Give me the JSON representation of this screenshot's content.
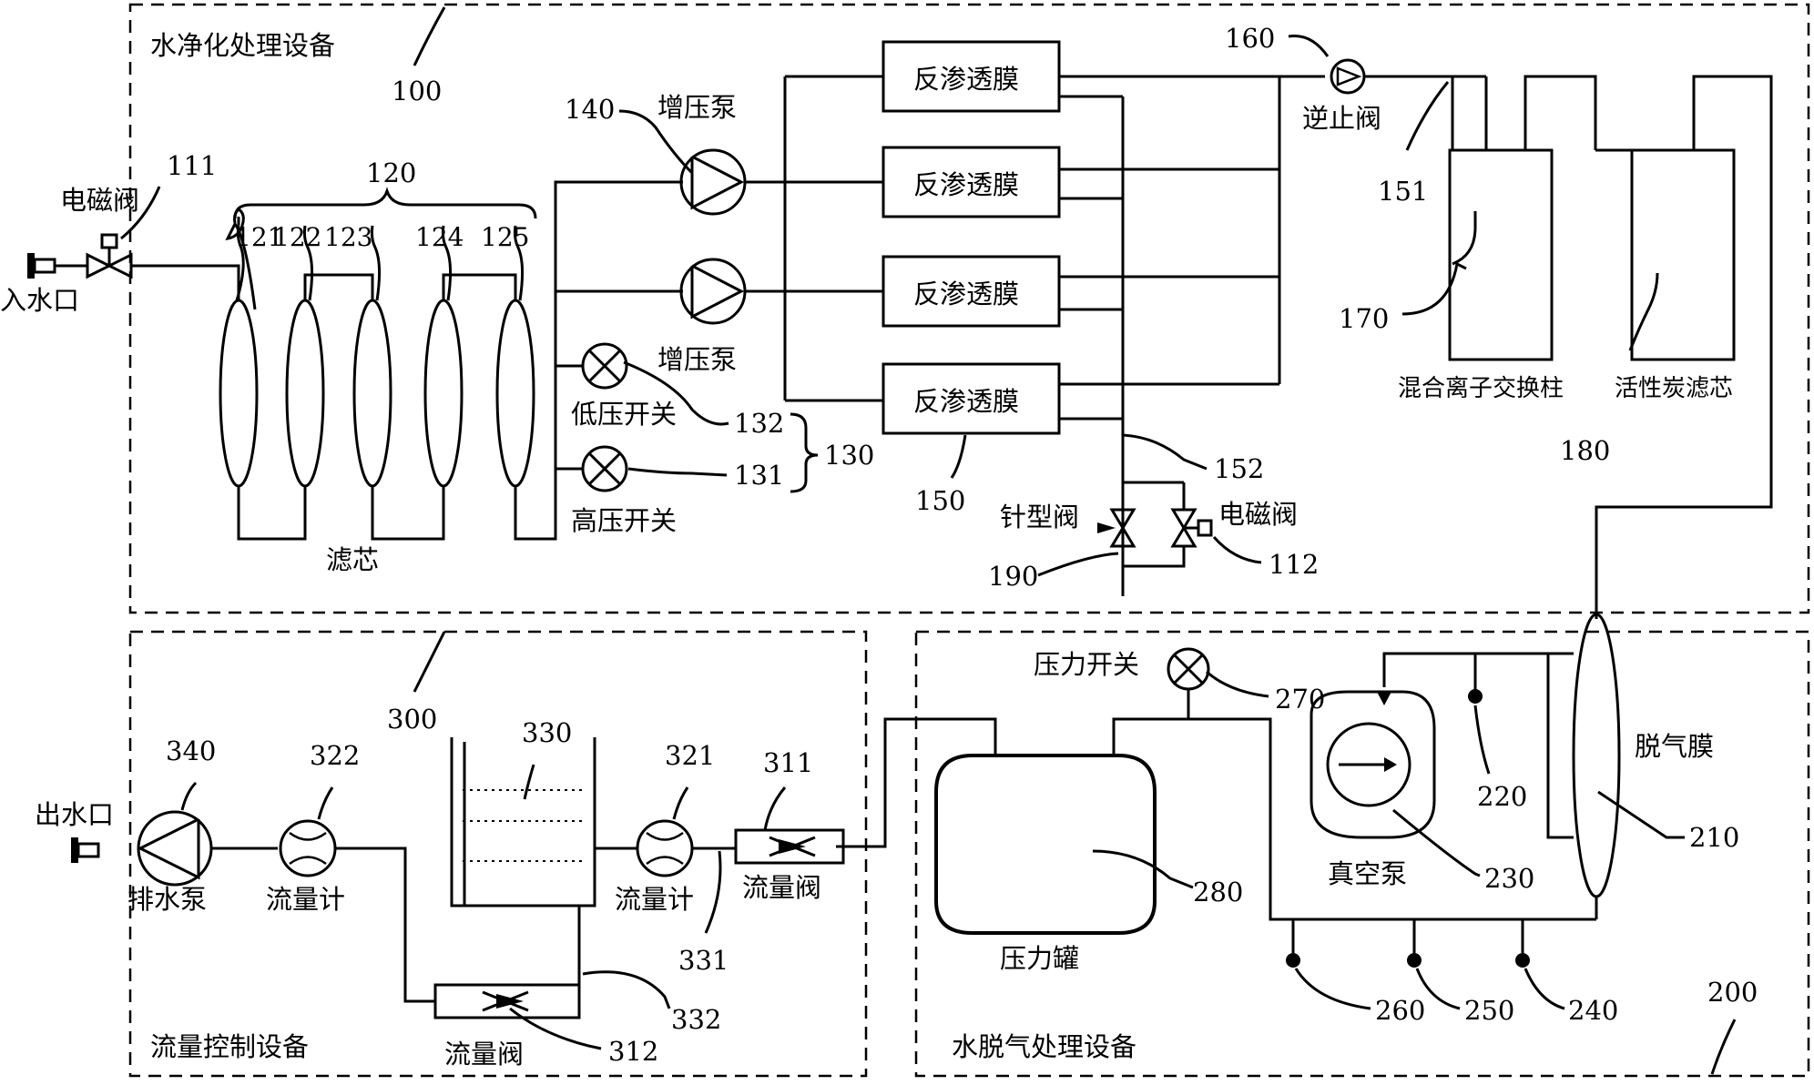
{
  "sections": {
    "purification": "水净化处理设备",
    "flow_control": "流量控制设备",
    "degassing": "水脱气处理设备"
  },
  "labels": {
    "inlet": "入水口",
    "solenoid_valve_top": "电磁阀",
    "filter": "滤芯",
    "booster_pump_top": "增压泵",
    "booster_pump_mid": "增压泵",
    "low_pressure_switch": "低压开关",
    "high_pressure_switch": "高压开关",
    "ro_membrane_1": "反渗透膜",
    "ro_membrane_2": "反渗透膜",
    "ro_membrane_3": "反渗透膜",
    "ro_membrane_4": "反渗透膜",
    "check_valve": "逆止阀",
    "mixed_ion_column": "混合离子交换柱",
    "activated_carbon": "活性炭滤芯",
    "needle_valve": "针型阀",
    "solenoid_valve_bottom": "电磁阀",
    "outlet": "出水口",
    "drain_pump": "排水泵",
    "flowmeter_1": "流量计",
    "flowmeter_2": "流量计",
    "flow_valve_1": "流量阀",
    "flow_valve_2": "流量阀",
    "pressure_switch": "压力开关",
    "pressure_tank": "压力罐",
    "vacuum_pump": "真空泵",
    "degassing_membrane": "脱气膜"
  },
  "refs": {
    "r100": "100",
    "r111": "111",
    "r120": "120",
    "r121": "121",
    "r122": "122",
    "r123": "123",
    "r124": "124",
    "r125": "125",
    "r140": "140",
    "r160": "160",
    "r151": "151",
    "r170": "170",
    "r180": "180",
    "r132": "132",
    "r131": "131",
    "r130": "130",
    "r150": "150",
    "r152": "152",
    "r190": "190",
    "r112": "112",
    "r300": "300",
    "r340": "340",
    "r322": "322",
    "r330": "330",
    "r321": "321",
    "r311": "311",
    "r331": "331",
    "r332": "332",
    "r312": "312",
    "r270": "270",
    "r220": "220",
    "r210": "210",
    "r230": "230",
    "r280": "280",
    "r260": "260",
    "r250": "250",
    "r240": "240",
    "r200": "200"
  }
}
